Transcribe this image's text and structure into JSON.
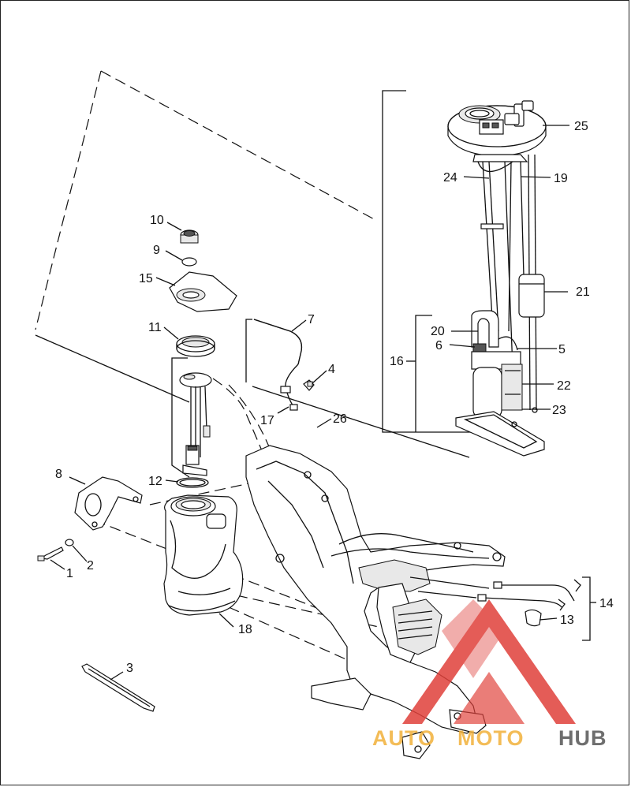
{
  "callouts": {
    "c1": "1",
    "c2": "2",
    "c3": "3",
    "c4": "4",
    "c5": "5",
    "c6": "6",
    "c7": "7",
    "c8": "8",
    "c9": "9",
    "c10": "10",
    "c11": "11",
    "c12": "12",
    "c13": "13",
    "c14": "14",
    "c15": "15",
    "c16": "16",
    "c17": "17",
    "c18": "18",
    "c19": "19",
    "c20": "20",
    "c21": "21",
    "c22": "22",
    "c23": "23",
    "c24": "24",
    "c25": "25",
    "c26": "26"
  },
  "watermark": {
    "part1": "AUTO",
    "part2": "MOTO",
    "part3": "HUB",
    "color_red": "#e0403a",
    "color_orange": "#f2b13a",
    "color_gray": "#555555"
  }
}
